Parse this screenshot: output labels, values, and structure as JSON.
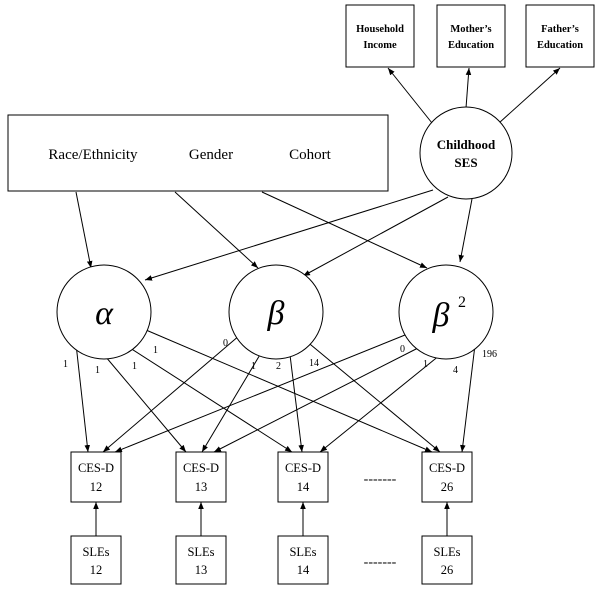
{
  "covariates": {
    "race": "Race/Ethnicity",
    "gender": "Gender",
    "cohort": "Cohort"
  },
  "childhood_ses": {
    "line1": "Childhood",
    "line2": "SES"
  },
  "indicators": [
    {
      "line1": "Household",
      "line2": "Income"
    },
    {
      "line1": "Mother’s",
      "line2": "Education"
    },
    {
      "line1": "Father’s",
      "line2": "Education"
    }
  ],
  "latent": {
    "alpha": "α",
    "beta": "β",
    "beta_sq": "β",
    "beta_sq_exp": "2"
  },
  "loadings": {
    "alpha": [
      "1",
      "1",
      "1",
      "1"
    ],
    "beta": [
      "0",
      "1",
      "2",
      "14"
    ],
    "beta_sq": [
      "0",
      "1",
      "4",
      "196"
    ]
  },
  "cesd": [
    {
      "line1": "CES-D",
      "line2": "12"
    },
    {
      "line1": "CES-D",
      "line2": "13"
    },
    {
      "line1": "CES-D",
      "line2": "14"
    },
    {
      "line1": "CES-D",
      "line2": "26"
    }
  ],
  "sles": [
    {
      "line1": "SLEs",
      "line2": "12"
    },
    {
      "line1": "SLEs",
      "line2": "13"
    },
    {
      "line1": "SLEs",
      "line2": "14"
    },
    {
      "line1": "SLEs",
      "line2": "26"
    }
  ],
  "ellipsis": "-------"
}
